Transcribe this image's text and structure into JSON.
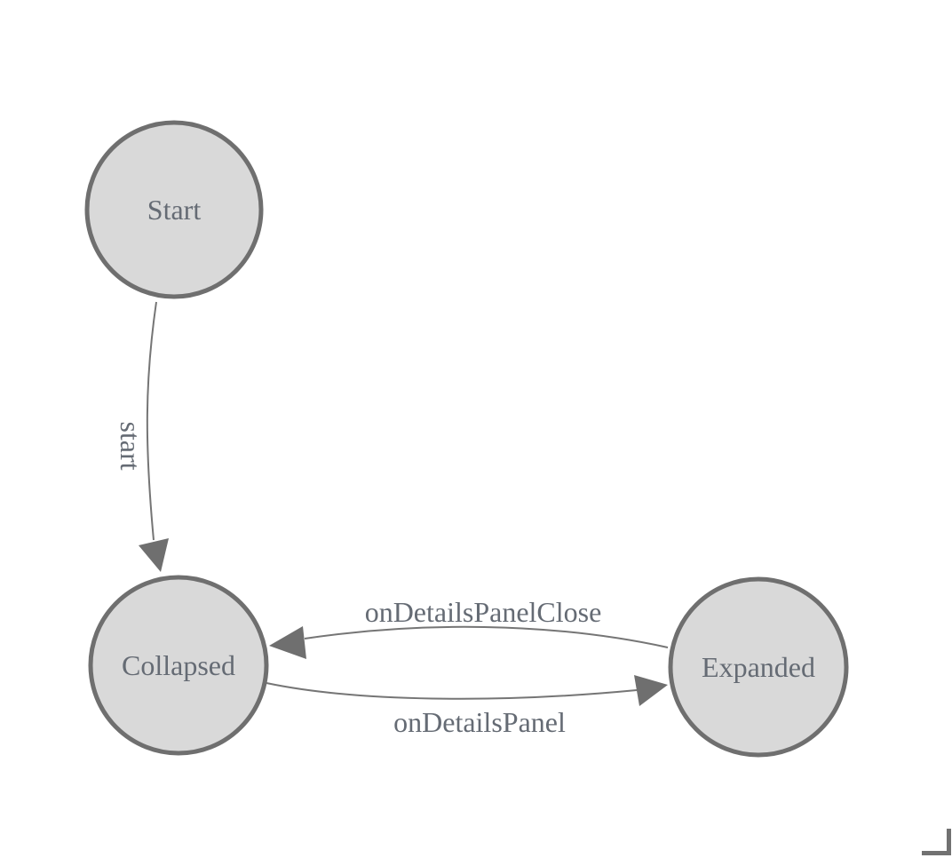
{
  "diagram": {
    "type": "state-machine",
    "background_color": "#ffffff",
    "colors": {
      "node_fill": "#d9d9d9",
      "node_border": "#6f6f6f",
      "edge_line": "#757575",
      "arrowhead": "#6f6f6f",
      "label_text": "#656b74"
    },
    "nodes": [
      {
        "id": "start",
        "label": "Start"
      },
      {
        "id": "collapsed",
        "label": "Collapsed"
      },
      {
        "id": "expanded",
        "label": "Expanded"
      }
    ],
    "edges": [
      {
        "from": "Start",
        "to": "Collapsed",
        "label": "start"
      },
      {
        "from": "Expanded",
        "to": "Collapsed",
        "label": "onDetailsPanelClose"
      },
      {
        "from": "Collapsed",
        "to": "Expanded",
        "label": "onDetailsPanel"
      }
    ]
  }
}
